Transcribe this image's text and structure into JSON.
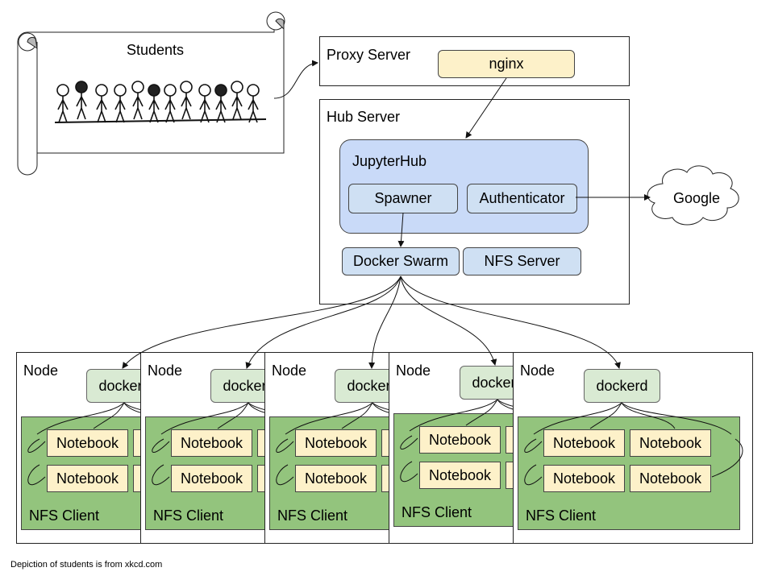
{
  "students": {
    "title": "Students"
  },
  "proxy": {
    "title": "Proxy Server",
    "nginx": "nginx"
  },
  "hub": {
    "title": "Hub Server",
    "jupyterhub": "JupyterHub",
    "spawner": "Spawner",
    "authenticator": "Authenticator",
    "docker_swarm": "Docker Swarm",
    "nfs_server": "NFS Server"
  },
  "cloud": {
    "label": "Google"
  },
  "nodes": [
    {
      "title": "Node",
      "dockerd": "dockerd",
      "notebook": "Notebook",
      "nfs_client": "NFS Client"
    },
    {
      "title": "Node",
      "dockerd": "dockerd",
      "notebook": "Notebook",
      "nfs_client": "NFS Client"
    },
    {
      "title": "Node",
      "dockerd": "dockerd",
      "notebook": "Notebook",
      "nfs_client": "NFS Client"
    },
    {
      "title": "Node",
      "dockerd": "dockerd",
      "notebook": "Notebook",
      "nfs_client": "NFS Client"
    },
    {
      "title": "Node",
      "dockerd": "dockerd",
      "notebook": "Notebook",
      "nfs_client": "NFS Client"
    }
  ],
  "caption": "Depiction of students is from xkcd.com"
}
